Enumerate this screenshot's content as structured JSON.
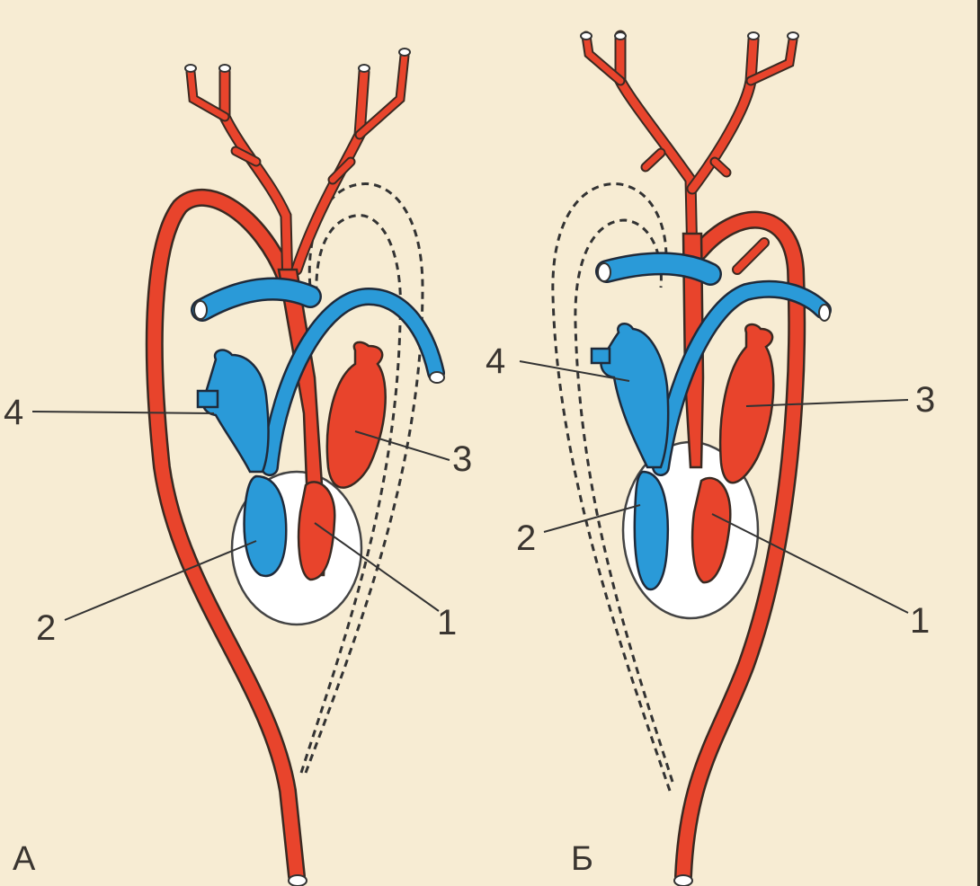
{
  "panels": [
    {
      "id": "A",
      "label": "А"
    },
    {
      "id": "B",
      "label": "Б"
    }
  ],
  "labels_a": [
    "1",
    "2",
    "3",
    "4"
  ],
  "labels_b": [
    "1",
    "2",
    "3",
    "4"
  ],
  "colors": {
    "arterial": "#e8442c",
    "venous": "#2a9ad8",
    "background": "#f7ecd3",
    "pericardium": "#ffffff"
  }
}
